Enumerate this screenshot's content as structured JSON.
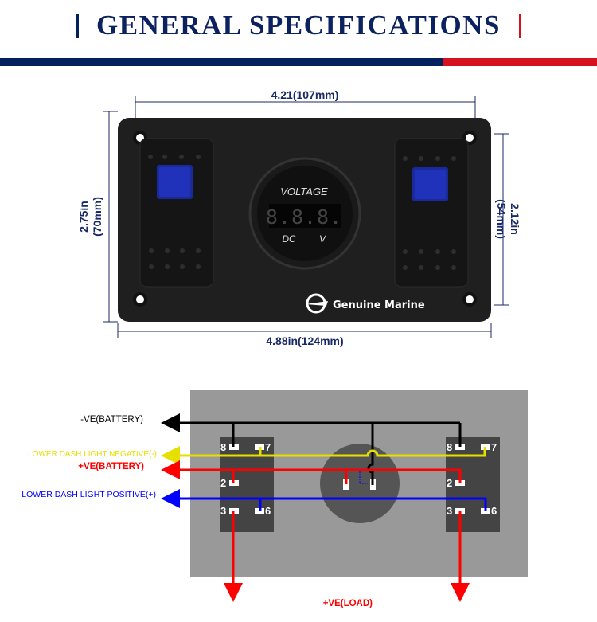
{
  "header": {
    "title": "GENERAL SPECIFICATIONS",
    "navy": "#03205e",
    "red": "#d4111e"
  },
  "dimensions": {
    "top_width": "4.21(107mm)",
    "bottom_width": "4.88in(124mm)",
    "left_height_in": "2.75in",
    "left_height_mm": "(70mm)",
    "right_height_in": "2.12in",
    "right_height_mm": "(54mm)"
  },
  "panel": {
    "meter_label": "VOLTAGE",
    "meter_display": "8.8.8.",
    "meter_unit_left": "DC",
    "meter_unit_right": "V",
    "brand": "Genuine Marine"
  },
  "wiring": {
    "labels": {
      "neg_battery": "-VE(BATTERY)",
      "dash_neg": "LOWER DASH LIGHT NEGATIVE(-)",
      "pos_battery": "+VE(BATTERY)",
      "dash_pos": "LOWER DASH LIGHT POSITIVE(+)",
      "load": "+VE(LOAD)"
    },
    "pins": [
      "8",
      "7",
      "2",
      "3",
      "6"
    ],
    "colors": {
      "black": "#000000",
      "yellow": "#e6e000",
      "red": "#ff0000",
      "blue": "#0000ff"
    }
  }
}
